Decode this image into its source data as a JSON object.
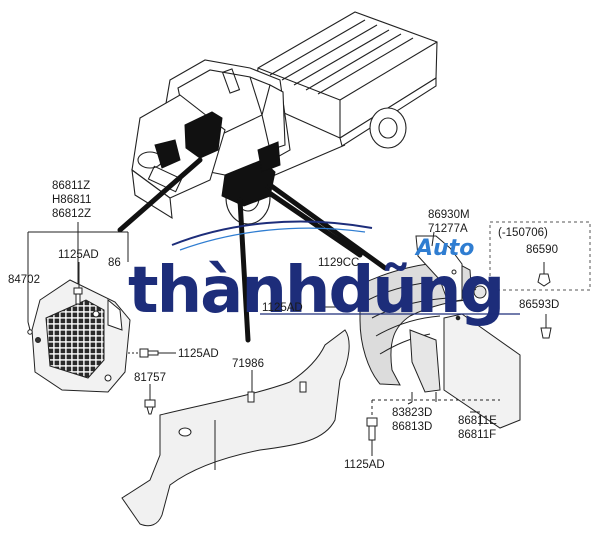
{
  "labels": {
    "p86811Z": "86811Z",
    "pH86811": "H86811",
    "p86812Z": "86812Z",
    "p84702": "84702",
    "p1125AD_top": "1125AD",
    "p86_partial": "86",
    "p1125AD_mid": "1125AD",
    "p1125AD_left": "1125AD",
    "p81757": "81757",
    "p71986": "71986",
    "p86930M": "86930M",
    "p71277A": "71277A",
    "p1129CC": "1129CC",
    "p150706": "(-150706)",
    "p86590": "86590",
    "p86593D": "86593D",
    "p83823D": "83823D",
    "p86813D": "86813D",
    "p86811E": "86811E",
    "p86811F": "86811F",
    "p1125AD_bottom": "1125AD"
  },
  "watermark": {
    "brand": "thànhdũng",
    "sub": "Auto",
    "color_dark": "#1d2d7a",
    "color_accent": "#2f7dd1"
  }
}
